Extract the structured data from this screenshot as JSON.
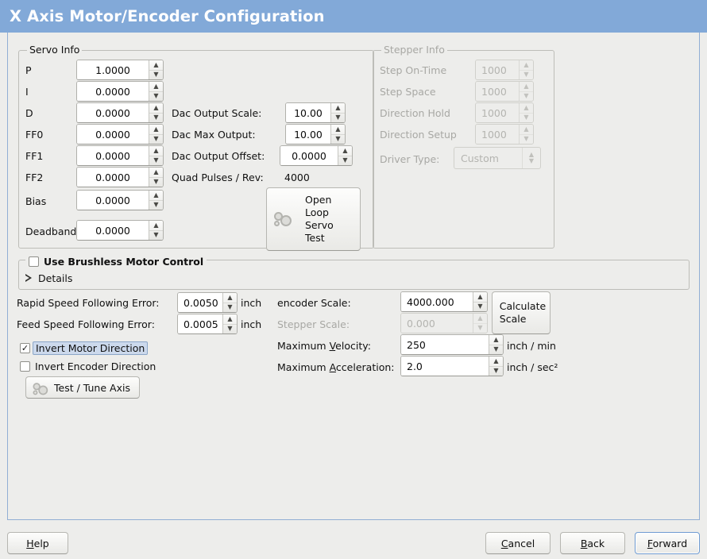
{
  "window": {
    "title": "X Axis Motor/Encoder Configuration",
    "titlebar_color": "#82a9d8",
    "panel_border_color": "#91aed4",
    "background_color": "#ededeb"
  },
  "servo_info": {
    "legend": "Servo Info",
    "fields": [
      {
        "label": "P",
        "value": "1.0000"
      },
      {
        "label": "I",
        "value": "0.0000"
      },
      {
        "label": "D",
        "value": "0.0000"
      },
      {
        "label": "FF0",
        "value": "0.0000"
      },
      {
        "label": "FF1",
        "value": "0.0000"
      },
      {
        "label": "FF2",
        "value": "0.0000"
      },
      {
        "label": "Bias",
        "value": "0.0000"
      },
      {
        "label": "Deadband",
        "value": "0.0000"
      }
    ],
    "dac": [
      {
        "label": "Dac Output Scale:",
        "value": "10.00"
      },
      {
        "label": "Dac Max Output:",
        "value": "10.00"
      },
      {
        "label": "Dac Output Offset:",
        "value": "0.0000"
      }
    ],
    "quad_pulses_label": "Quad Pulses / Rev:",
    "quad_pulses_value": "4000",
    "open_loop_button": {
      "line1": "Open",
      "line2": "Loop",
      "line3": "Servo",
      "line4": "Test",
      "icon": "gears-icon"
    }
  },
  "stepper_info": {
    "legend": "Stepper Info",
    "enabled": false,
    "fields": [
      {
        "label": "Step On-Time",
        "value": "1000"
      },
      {
        "label": "Step Space",
        "value": "1000"
      },
      {
        "label": "Direction Hold",
        "value": "1000"
      },
      {
        "label": "Direction Setup",
        "value": "1000"
      }
    ],
    "driver_type_label": "Driver Type:",
    "driver_type_value": "Custom"
  },
  "brushless": {
    "checkbox_label": "Use Brushless Motor Control",
    "checked": false,
    "details_label": "Details",
    "details_expanded": false
  },
  "errors": {
    "rapid_label": "Rapid Speed Following Error:",
    "rapid_value": "0.0050",
    "rapid_unit": "inch",
    "feed_label": "Feed Speed Following Error:",
    "feed_value": "0.0005",
    "feed_unit": "inch"
  },
  "direction": {
    "invert_motor_label": "Invert Motor Direction",
    "invert_motor_checked": true,
    "invert_motor_focused": true,
    "invert_encoder_label": "Invert Encoder Direction",
    "invert_encoder_checked": false,
    "test_tune_label": "Test / Tune Axis",
    "test_tune_icon": "gears-icon"
  },
  "scales": {
    "encoder_scale_label": "encoder Scale:",
    "encoder_scale_value": "4000.000",
    "stepper_scale_label": "Stepper Scale:",
    "stepper_scale_value": "0.000",
    "stepper_scale_enabled": false,
    "calculate_line1": "Calculate",
    "calculate_line2": "Scale",
    "max_velocity_label_pre": "Maximum ",
    "max_velocity_label_mn": "V",
    "max_velocity_label_post": "elocity:",
    "max_velocity_value": "250",
    "max_velocity_unit": "inch / min",
    "max_accel_label_pre": "Maximum ",
    "max_accel_label_mn": "A",
    "max_accel_label_post": "cceleration:",
    "max_accel_value": "2.0",
    "max_accel_unit": "inch / sec²"
  },
  "footer": {
    "help_mn": "H",
    "help_rest": "elp",
    "cancel_mn": "C",
    "cancel_rest": "ancel",
    "back_mn": "B",
    "back_rest": "ack",
    "forward_mn": "F",
    "forward_rest": "orward",
    "forward_focused": true
  }
}
